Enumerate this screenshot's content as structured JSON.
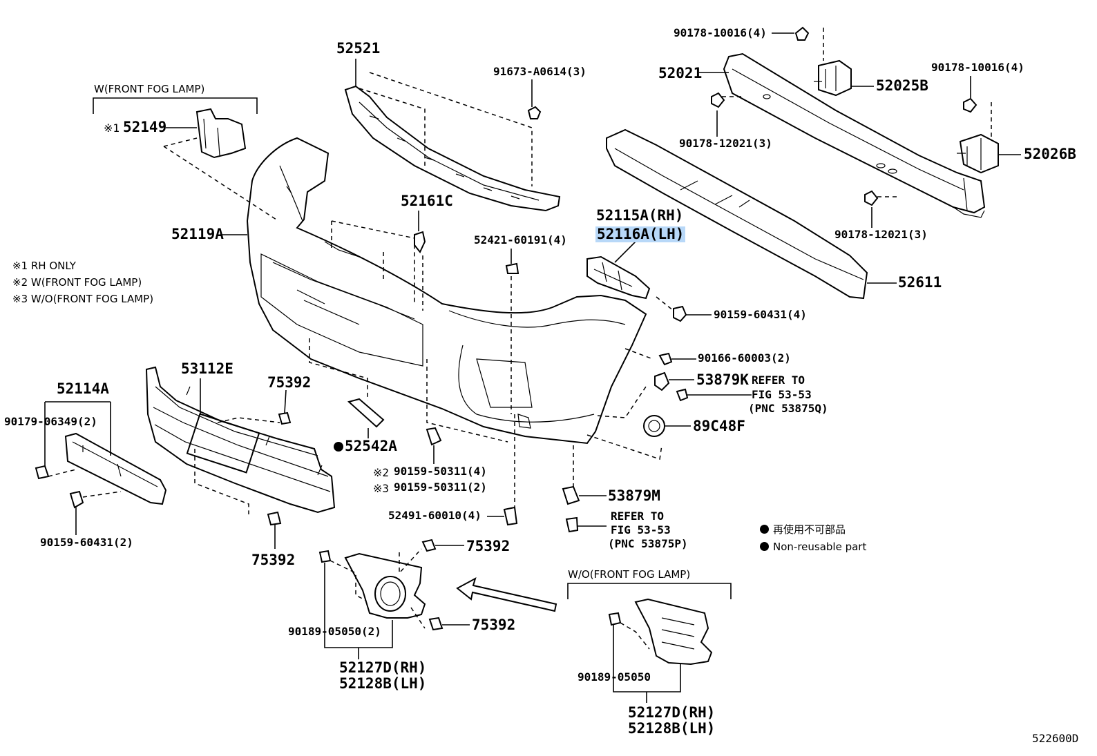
{
  "diagram_id": "522600D",
  "notes": {
    "note1": "※1 RH ONLY",
    "note2": "※2 W(FRONT FOG LAMP)",
    "note3": "※3 W/O(FRONT FOG LAMP)"
  },
  "legend": {
    "non_reusable_jp": "再使用不可部品",
    "non_reusable_en": "Non-reusable part"
  },
  "groups": {
    "with_fog_lamp": "W(FRONT FOG LAMP)",
    "without_fog_lamp": "W/O(FRONT FOG LAMP)"
  },
  "labels": {
    "p90178_10016_top": "90178-10016(4)",
    "p52521": "52521",
    "p91673": "91673-A0614(3)",
    "p52021": "52021",
    "p52025b": "52025B",
    "p90178_10016_right": "90178-10016(4)",
    "p52149_mark": "※1",
    "p52149": "52149",
    "p90178_12021_a": "90178-12021(3)",
    "p52026b": "52026B",
    "p52161c": "52161C",
    "p52115a": "52115A(RH)",
    "p52116a": "52116A(LH)",
    "p52119a": "52119A",
    "p52421": "52421-60191(4)",
    "p90178_12021_b": "90178-12021(3)",
    "p52611": "52611",
    "p90159_60431_4": "90159-60431(4)",
    "p90166": "90166-60003(2)",
    "p53879k": "53879K",
    "refer1_a": "REFER TO",
    "refer1_b": "FIG 53-53",
    "refer1_c": "(PNC 53875Q)",
    "p53112e": "53112E",
    "p75392_a": "75392",
    "p52114a": "52114A",
    "p90179": "90179-06349(2)",
    "p52542a": "52542A",
    "p89c48f": "89C48F",
    "p90159_50311_a_mark": "※2",
    "p90159_50311_a": "90159-50311(4)",
    "p90159_50311_b_mark": "※3",
    "p90159_50311_b": "90159-50311(2)",
    "p53879m": "53879M",
    "p52491": "52491-60010(4)",
    "refer2_a": "REFER TO",
    "refer2_b": "FIG 53-53",
    "refer2_c": "(PNC 53875P)",
    "p90159_60431_2": "90159-60431(2)",
    "p75392_b": "75392",
    "p75392_c": "75392",
    "p75392_d": "75392",
    "p90189_2": "90189-05050(2)",
    "p52127d_a": "52127D(RH)",
    "p52128b_a": "52128B(LH)",
    "p90189": "90189-05050",
    "p52127d_b": "52127D(RH)",
    "p52128b_b": "52128B(LH)"
  }
}
